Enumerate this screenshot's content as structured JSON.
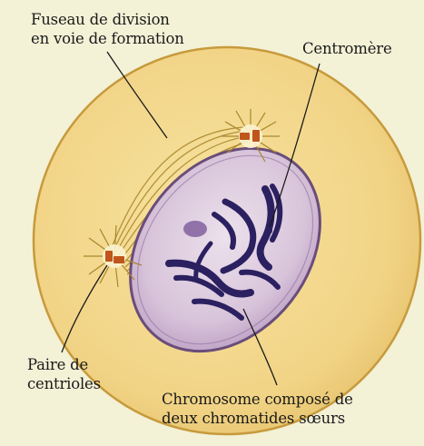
{
  "labels": {
    "spindle": [
      "Fuseau de division",
      "en voie de formation"
    ],
    "centromere": "Centromère",
    "centrioles": [
      "Paire de",
      "centrioles"
    ],
    "chromosome": [
      "Chromosome composé de",
      "deux chromatides sœurs"
    ]
  },
  "colors": {
    "background": "#f3f1d6",
    "cytoplasm": "#f2d98a",
    "cell_border": "#c79a3c",
    "nucleus": "#d8c6da",
    "nucleus_border": "#6a4d7a",
    "chromosome": "#2b2060",
    "centriole": "#c0551c",
    "spindle_fiber": "#a9862c"
  }
}
